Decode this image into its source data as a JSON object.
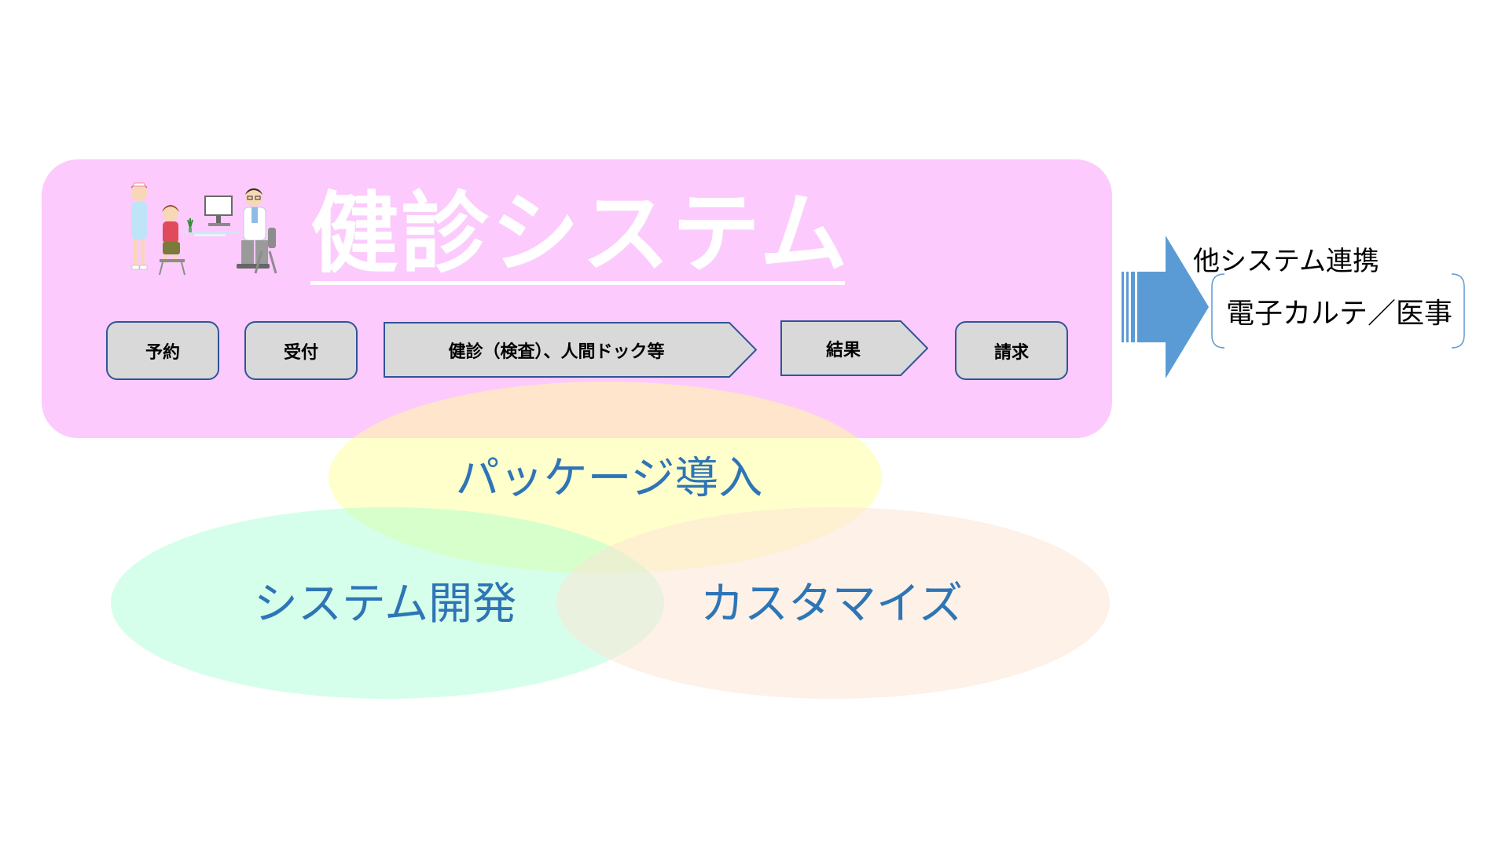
{
  "title": "健診システム",
  "steps": [
    {
      "label": "予約",
      "shape": "rounded-rect"
    },
    {
      "label": "受付",
      "shape": "rounded-rect"
    },
    {
      "label": "健診（検査）、人間ドック等",
      "shape": "chevron"
    },
    {
      "label": "結果",
      "shape": "chevron"
    },
    {
      "label": "請求",
      "shape": "rounded-rect"
    }
  ],
  "venn": {
    "top": "パッケージ導入",
    "left": "システム開発",
    "right": "カスタマイズ"
  },
  "integration": {
    "heading": "他システム連携",
    "target": "電子カルテ／医事"
  },
  "colors": {
    "panel": "#fdcafd",
    "step_fill": "#d9d9d9",
    "step_border": "#2f5597",
    "venn_top": "#ffff99",
    "venn_left": "#99ffcc",
    "venn_right": "#fbe5d6",
    "venn_text": "#2e75b6",
    "arrow": "#5b9bd5"
  },
  "icons": [
    "nurse-icon",
    "patient-icon",
    "doctor-icon",
    "computer-icon",
    "block-arrow-right-icon"
  ]
}
